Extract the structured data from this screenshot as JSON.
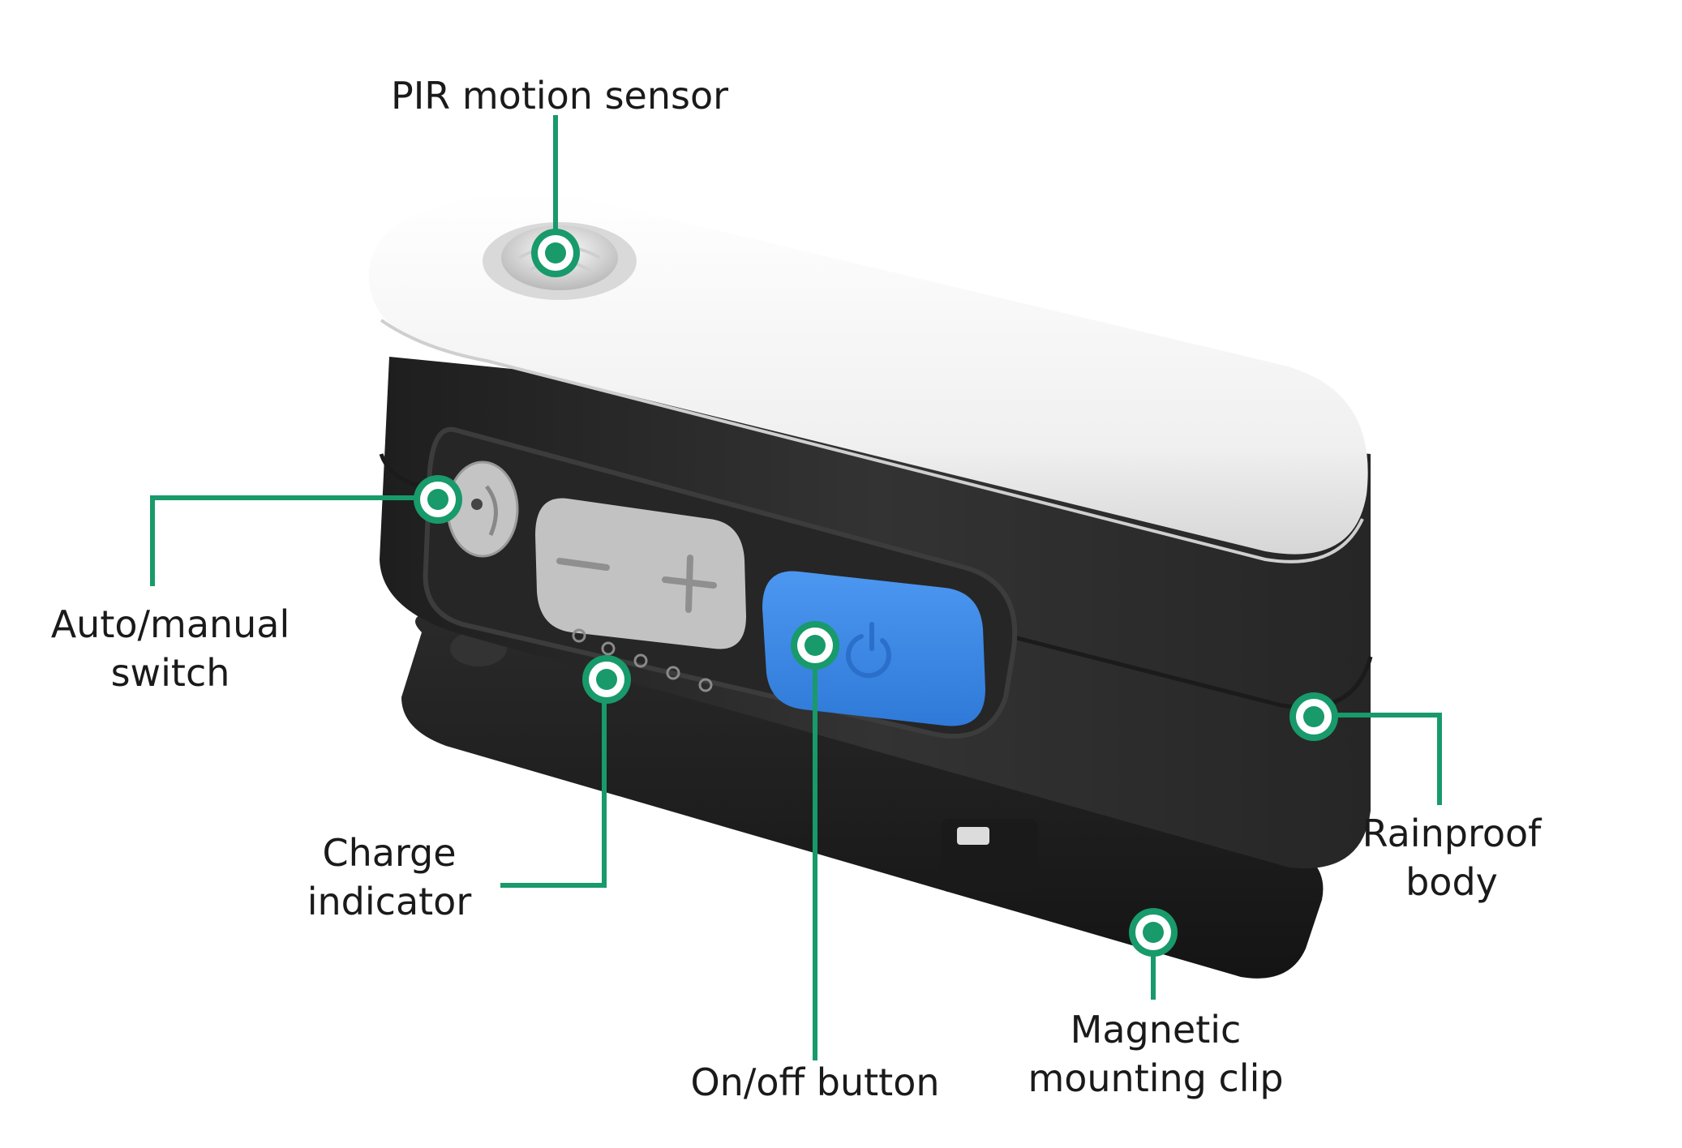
{
  "accent_color": "#189a6b",
  "device": {
    "top_color": "#f2f2f2",
    "body_color": "#2b2b2b",
    "button_color": "#3d8be8",
    "dial_color": "#c4c4c4",
    "icons": [
      "power-icon",
      "minus-icon",
      "plus-icon"
    ]
  },
  "callouts": {
    "pir": {
      "line1": "PIR motion sensor"
    },
    "auto_manual": {
      "line1": "Auto/manual",
      "line2": "switch"
    },
    "charge": {
      "line1": "Charge",
      "line2": "indicator"
    },
    "onoff": {
      "line1": "On/off button"
    },
    "magnetic": {
      "line1": "Magnetic",
      "line2": "mounting clip"
    },
    "rainproof": {
      "line1": "Rainproof",
      "line2": "body"
    }
  }
}
